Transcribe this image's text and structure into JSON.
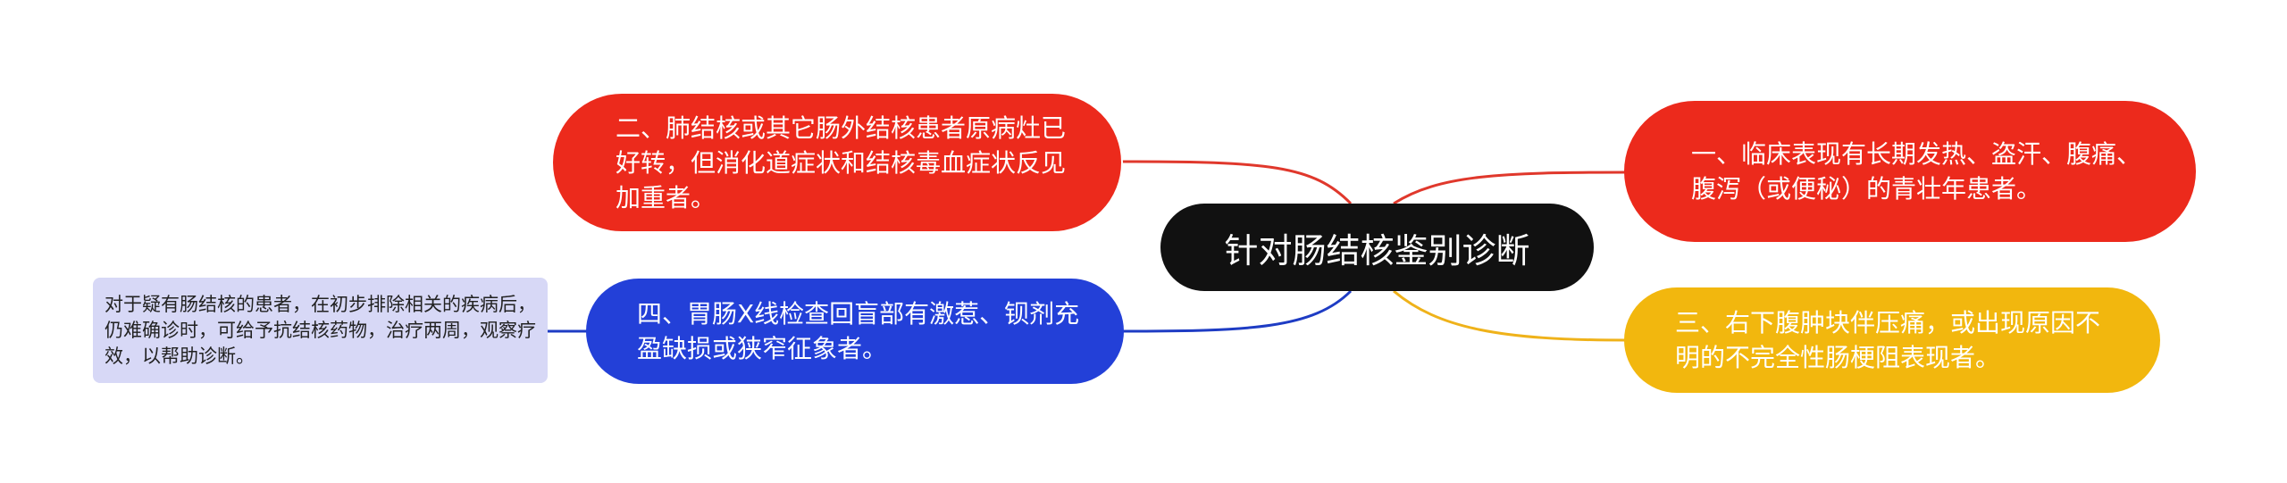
{
  "center": {
    "label": "针对肠结核鉴别诊断",
    "color": "#111111"
  },
  "branches": [
    {
      "id": "branch-1",
      "text": "一、临床表现有长期发热、盗汗、腹痛、腹泻（或便秘）的青壮年患者。",
      "color": "#ec2a1c",
      "line_color": "#e0382c"
    },
    {
      "id": "branch-2",
      "text": "二、肺结核或其它肠外结核患者原病灶已好转，但消化道症状和结核毒血症状反见加重者。",
      "color": "#ec2a1c",
      "line_color": "#e0382c"
    },
    {
      "id": "branch-3",
      "text": "三、右下腹肿块伴压痛，或出现原因不明的不完全性肠梗阻表现者。",
      "color": "#f2b70e",
      "line_color": "#efb21a"
    },
    {
      "id": "branch-4",
      "text": "四、胃肠X线检查回盲部有激惹、钡剂充盈缺损或狭窄征象者。",
      "color": "#2340d8",
      "line_color": "#1e3cc4",
      "note": {
        "text": "对于疑有肠结核的患者，在初步排除相关的疾病后，仍难确诊时，可给予抗结核药物，治疗两周，观察疗效，以帮助诊断。",
        "color": "#d7d8f6"
      }
    }
  ]
}
